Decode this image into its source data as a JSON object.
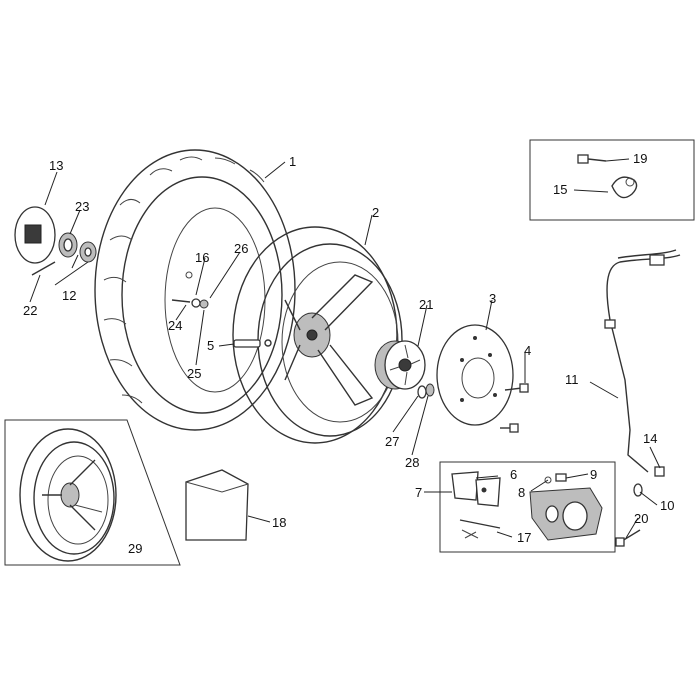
{
  "callouts": {
    "c1": "1",
    "c2": "2",
    "c3": "3",
    "c4": "4",
    "c5": "5",
    "c6": "6",
    "c7": "7",
    "c8": "8",
    "c9": "9",
    "c10": "10",
    "c11": "11",
    "c12": "12",
    "c13": "13",
    "c14": "14",
    "c15": "15",
    "c17": "17",
    "c18": "18",
    "c19": "19",
    "c20": "20",
    "c21": "21",
    "c22": "22",
    "c23": "23",
    "c24": "24",
    "c25": "25",
    "c26": "26",
    "c27": "27",
    "c28": "28",
    "c29": "29"
  }
}
